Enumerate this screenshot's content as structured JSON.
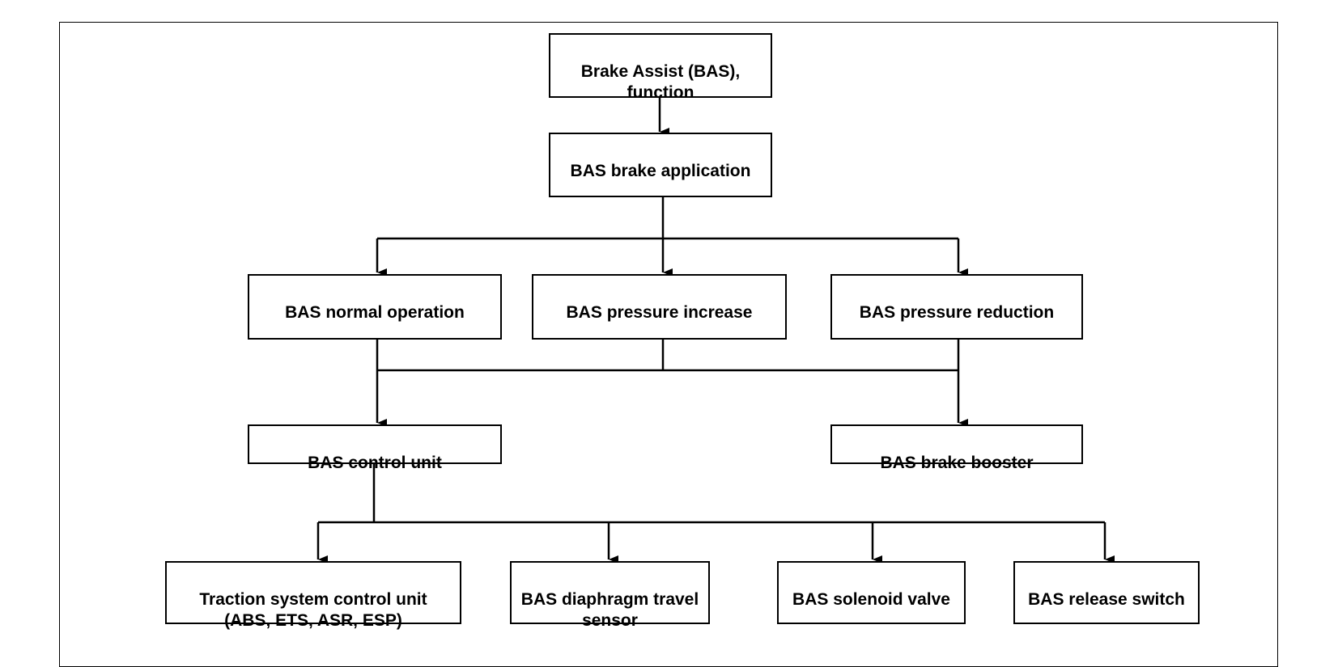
{
  "diagram": {
    "nodes": {
      "bas_function": "Brake Assist (BAS),\nfunction",
      "bas_brake_application": "BAS brake application",
      "bas_normal_operation": "BAS normal operation",
      "bas_pressure_increase": "BAS pressure increase",
      "bas_pressure_reduction": "BAS pressure reduction",
      "bas_control_unit": "BAS control unit",
      "bas_brake_booster": "BAS brake booster",
      "traction_system_control_unit": "Traction system control unit\n(ABS, ETS, ASR, ESP)",
      "bas_diaphragm_travel_sensor": "BAS diaphragm travel\nsensor",
      "bas_solenoid_valve": "BAS solenoid valve",
      "bas_release_switch": "BAS release switch"
    },
    "edges": [
      {
        "from": "bas_function",
        "to": "bas_brake_application"
      },
      {
        "from": "bas_brake_application",
        "to": "bas_normal_operation"
      },
      {
        "from": "bas_brake_application",
        "to": "bas_pressure_increase"
      },
      {
        "from": "bas_brake_application",
        "to": "bas_pressure_reduction"
      },
      {
        "from": "bas_normal_operation",
        "to": "bas_control_unit"
      },
      {
        "from": "bas_pressure_increase",
        "to": "bas_control_unit"
      },
      {
        "from": "bas_pressure_reduction",
        "to": "bas_control_unit"
      },
      {
        "from": "bas_normal_operation",
        "to": "bas_brake_booster"
      },
      {
        "from": "bas_pressure_increase",
        "to": "bas_brake_booster"
      },
      {
        "from": "bas_pressure_reduction",
        "to": "bas_brake_booster"
      },
      {
        "from": "bas_control_unit",
        "to": "traction_system_control_unit"
      },
      {
        "from": "bas_control_unit",
        "to": "bas_diaphragm_travel_sensor"
      },
      {
        "from": "bas_control_unit",
        "to": "bas_solenoid_valve"
      },
      {
        "from": "bas_control_unit",
        "to": "bas_release_switch"
      }
    ]
  }
}
